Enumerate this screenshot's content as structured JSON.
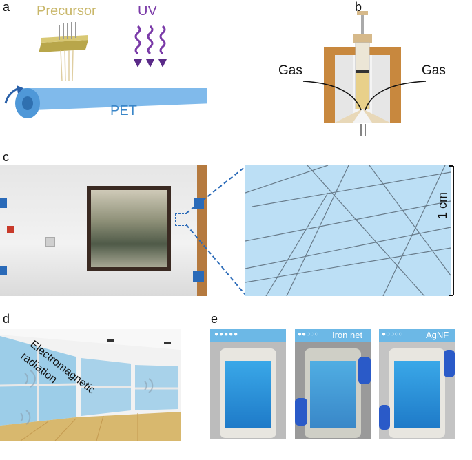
{
  "panels": {
    "a": {
      "label": "a",
      "precursor": "Precursor",
      "uv": "UV",
      "substrate": "PET",
      "colors": {
        "precursor": "#c9b76a",
        "uv": "#7a3aa8",
        "pet": "#3a86c8"
      }
    },
    "b": {
      "label": "b",
      "gas_left": "Gas",
      "gas_right": "Gas"
    },
    "c": {
      "label": "c",
      "scale": "1 cm"
    },
    "d": {
      "label": "d",
      "radiation": "Electromagnetic radiation"
    },
    "e": {
      "label": "e",
      "phones": [
        {
          "status": "●●●●●",
          "label": ""
        },
        {
          "status": "●●○○○",
          "label": "Iron net"
        },
        {
          "status": "●○○○○",
          "label": "AgNF"
        }
      ],
      "banner_color": "#6cb8e6"
    }
  }
}
